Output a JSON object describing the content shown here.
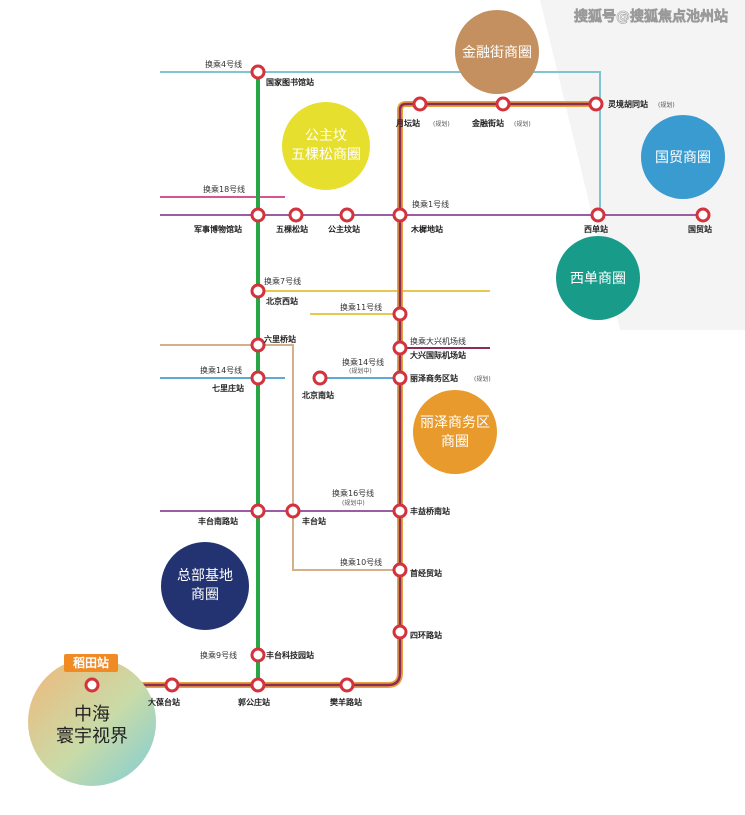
{
  "watermark": "搜狐号@搜狐焦点池州站",
  "colors": {
    "line9_green": "#28a545",
    "line10_orange": "#e8a040",
    "line_wine": "#8b2c55",
    "station_red": "#d2333d",
    "transfer_teal": "#7fc4cf",
    "transfer_pink": "#d7568f",
    "transfer_yellow": "#e8c850",
    "transfer_tan": "#d4b08a",
    "transfer_purple": "#9b5ba5",
    "transfer_blue": "#5fa9d8",
    "business_finance": "#c4905f",
    "business_gongzhufen": "#e7df2e",
    "business_guomao": "#3a9bd0",
    "business_xidan": "#199b8a",
    "business_lize": "#e89a2c",
    "business_zongbu": "#233372"
  },
  "business_circles": {
    "finance": {
      "lines": [
        "金融街商圈"
      ]
    },
    "gongzhufen": {
      "lines": [
        "公主坟",
        "五棵松商圈"
      ]
    },
    "guomao": {
      "lines": [
        "国贸商圈"
      ]
    },
    "xidan": {
      "lines": [
        "西单商圈"
      ]
    },
    "lize": {
      "lines": [
        "丽泽商务区",
        "商圈"
      ]
    },
    "zongbu": {
      "lines": [
        "总部基地",
        "商圈"
      ]
    },
    "project": {
      "lines": [
        "中海",
        "寰宇视界"
      ]
    }
  },
  "daotian_badge": "稻田站",
  "transfers": {
    "line4": "换乘4号线",
    "line18": "换乘18号线",
    "line1": "换乘1号线",
    "line7": "换乘7号线",
    "line11": "换乘11号线",
    "daxing": "换乘大兴机场线",
    "line14_left": "换乘14号线",
    "line14_right": "换乘14号线",
    "line16": "换乘16号线",
    "line10": "换乘10号线",
    "line9": "换乘9号线"
  },
  "planning_tags": {
    "in_planning": "(规划中)",
    "planned": "(规划)"
  },
  "stations": {
    "guojiatushuguan": "国家图书馆站",
    "yuetan": "月坛站",
    "jinrongjie": "金融街站",
    "lingjinghutong": "灵境胡同站",
    "junshibowuguan": "军事博物馆站",
    "wukesong": "五棵松站",
    "gongzhufen": "公主坟站",
    "muxidi": "木樨地站",
    "xidan": "西单站",
    "guomao": "国贸站",
    "beijingxi": "北京西站",
    "daxingjichang": "大兴国际机场站",
    "liuliqiao": "六里桥站",
    "qilizhuang": "七里庄站",
    "beijingnan": "北京南站",
    "lizeshangwuqu": "丽泽商务区站",
    "fengtainanlu": "丰台南路站",
    "fengtai": "丰台站",
    "fengyiqiaonan": "丰益桥南站",
    "shoujingmao": "首经贸站",
    "sihuanlu": "四环路站",
    "fengtaikejiyuan": "丰台科技园站",
    "dabaotai": "大葆台站",
    "guogongzhuang": "郭公庄站",
    "fanyanglu": "樊羊路站"
  }
}
